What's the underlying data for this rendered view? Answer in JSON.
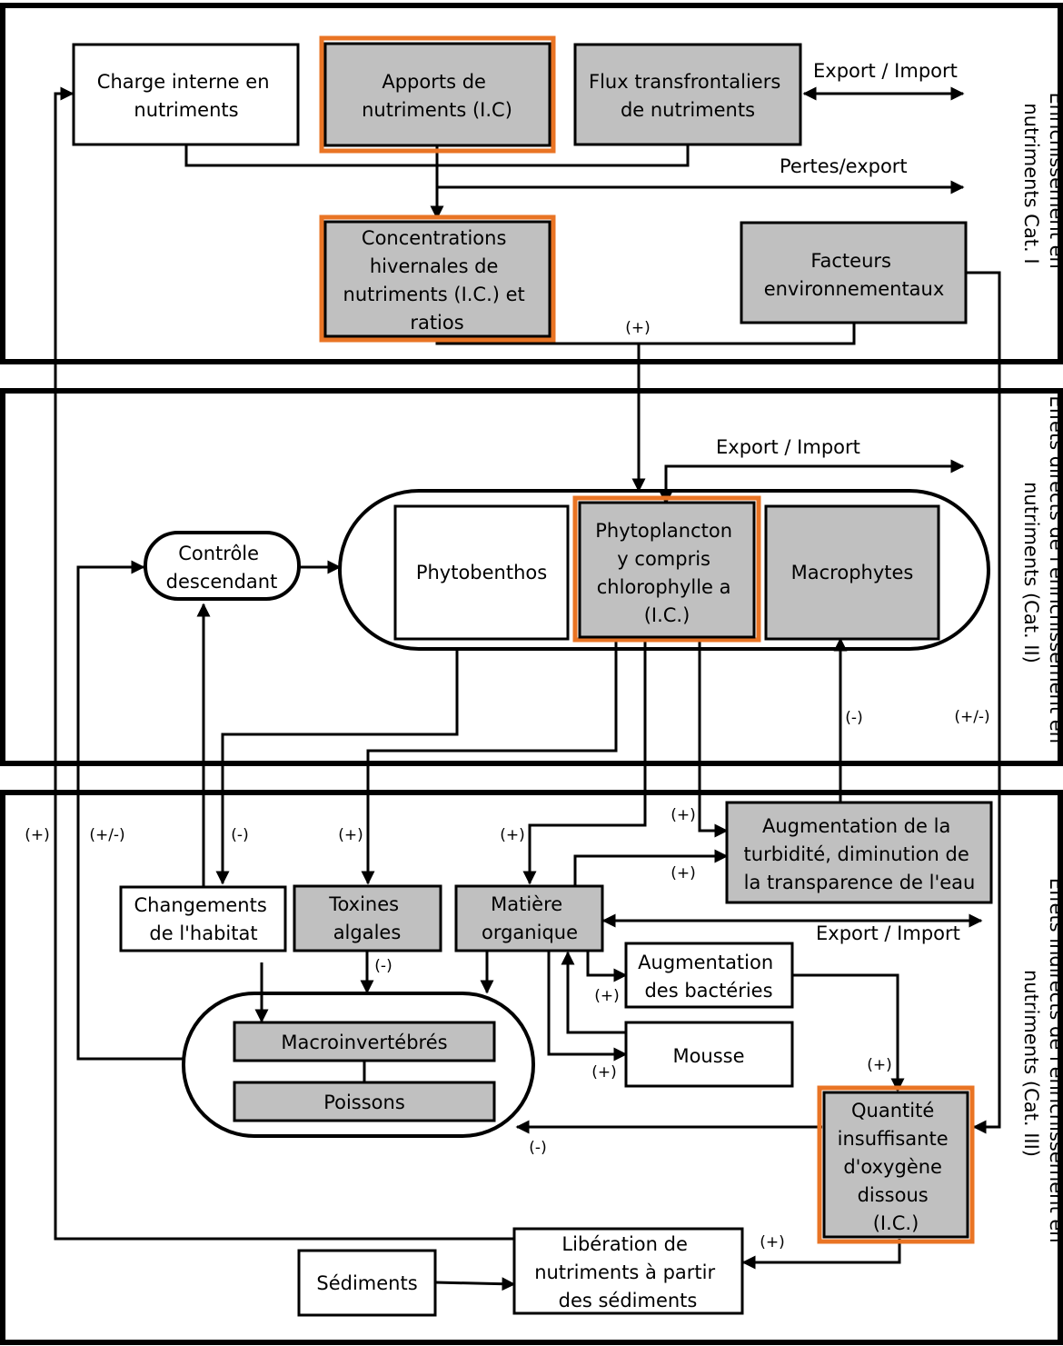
{
  "sections": {
    "s1": [
      "Enrichissement en",
      "nutriments Cat. I"
    ],
    "s2": [
      "Effets directs de l'enrichissement en",
      "nutriments (Cat. II)"
    ],
    "s3": [
      "Effets indirects de l'enrichissement en",
      "nutriments (Cat. III)"
    ]
  },
  "boxes": {
    "charge_interne": [
      "Charge interne en",
      "nutriments"
    ],
    "apports": [
      "Apports de",
      "nutriments (I.C)"
    ],
    "flux": [
      "Flux transfrontaliers",
      "de nutriments"
    ],
    "concentrations": [
      "Concentrations",
      "hivernales de",
      "nutriments (I.C.) et",
      "ratios"
    ],
    "facteurs": [
      "Facteurs",
      "environnementaux"
    ],
    "controle": [
      "Contrôle",
      "descendant"
    ],
    "phytobenthos": [
      "Phytobenthos"
    ],
    "phytoplancton": [
      "Phytoplancton",
      "y compris",
      "chlorophylle a",
      "(I.C.)"
    ],
    "macrophytes": [
      "Macrophytes"
    ],
    "turbidite": [
      "Augmentation de la",
      "turbidité, diminution de",
      "la transparence de l'eau"
    ],
    "changements": [
      "Changements",
      "de l'habitat"
    ],
    "toxines": [
      "Toxines",
      "algales"
    ],
    "matiere": [
      "Matière",
      "organique"
    ],
    "bacteries": [
      "Augmentation",
      "des bactéries"
    ],
    "mousse": [
      "Mousse"
    ],
    "macroinvertebres": [
      "Macroinvertébrés"
    ],
    "poissons": [
      "Poissons"
    ],
    "oxygene": [
      "Quantité",
      "insuffisante",
      "d'oxygène",
      "dissous",
      "(I.C.)"
    ],
    "liberation": [
      "Libération de",
      "nutriments à partir",
      "des sédiments"
    ],
    "sediments": [
      "Sédiments"
    ]
  },
  "labels": {
    "export_import_top": "Export / Import",
    "pertes_export": "Pertes/export",
    "export_import_mid": "Export / Import",
    "export_import_low": "Export / Import"
  },
  "signs": {
    "concentrations_to_phyto": "(+)",
    "left_plus": "(+)",
    "left_plusminus": "(+/-)",
    "to_changements": "(-)",
    "to_toxines": "(+)",
    "to_matiere": "(+)",
    "phyto_to_turbidite": "(+)",
    "matiere_to_turbidite": "(+)",
    "turbidite_to_macrophytes": "(-)",
    "facteurs_to_oxygene": "(+/-)",
    "toxines_to_macro": "(-)",
    "matiere_to_bacteries": "(+)",
    "matiere_to_mousse": "(+)",
    "bacteries_to_oxygene": "(+)",
    "oxygene_to_animals": "(-)",
    "oxygene_to_liberation": "(+)"
  }
}
